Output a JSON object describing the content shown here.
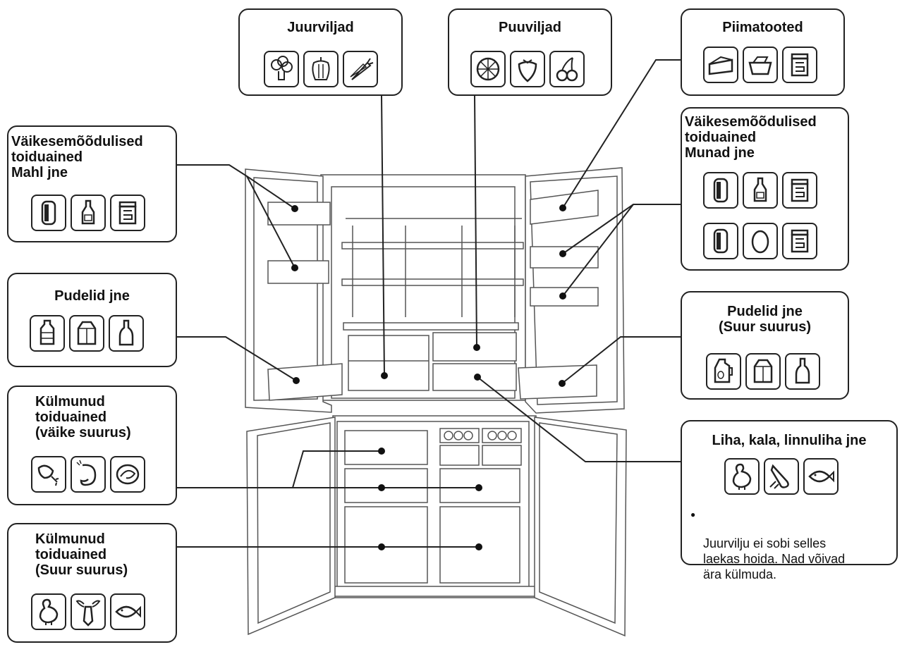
{
  "labels": {
    "juurviljad": "Juurviljad",
    "puuviljad": "Puuviljad",
    "piimatooted": "Piimatooted",
    "small_juice": "Väikesemõõdulised\ntoiduained\nMahl jne",
    "small_eggs": "Väikesemõõdulised\ntoiduained\nMunad jne",
    "bottles": "Pudelid jne",
    "bottles_large": "Pudelid jne\n(Suur suurus)",
    "frozen_small": "Külmunud\ntoiduained\n(väike suurus)",
    "frozen_large": "Külmunud\ntoiduained\n(Suur suurus)",
    "meat": "Liha, kala, linnuliha jne"
  },
  "meat_note": {
    "bullet": "●",
    "text": "Juurvilju ei sobi selles\nlaekas hoida. Nad võivad\nära külmuda."
  },
  "icons": {
    "juurviljad": [
      "broccoli-icon",
      "pepper-icon",
      "carrot-icon"
    ],
    "puuviljad": [
      "orange-slice-icon",
      "strawberry-icon",
      "cherry-icon"
    ],
    "piimatooted": [
      "cheese-icon",
      "butter-icon",
      "jar-icon"
    ],
    "small_juice": [
      "can-icon",
      "sauce-bottle-icon",
      "jar-icon"
    ],
    "small_eggs_row1": [
      "can-icon",
      "sauce-bottle-icon",
      "jar-icon"
    ],
    "small_eggs_row2": [
      "can-icon",
      "egg-icon",
      "jar-icon"
    ],
    "bottles": [
      "plastic-bottle-icon",
      "milk-carton-icon",
      "wine-bottle-icon"
    ],
    "bottles_large": [
      "jug-icon",
      "milk-carton-icon",
      "wine-bottle-icon"
    ],
    "frozen_small": [
      "chicken-leg-icon",
      "shrimp-icon",
      "fish-steak-icon"
    ],
    "frozen_large": [
      "chicken-icon",
      "lobster-icon",
      "fish-icon"
    ],
    "meat": [
      "chicken-icon",
      "drumstick-icon",
      "fish-icon"
    ]
  },
  "colors": {
    "line": "#222222",
    "fridge": "#555555"
  }
}
